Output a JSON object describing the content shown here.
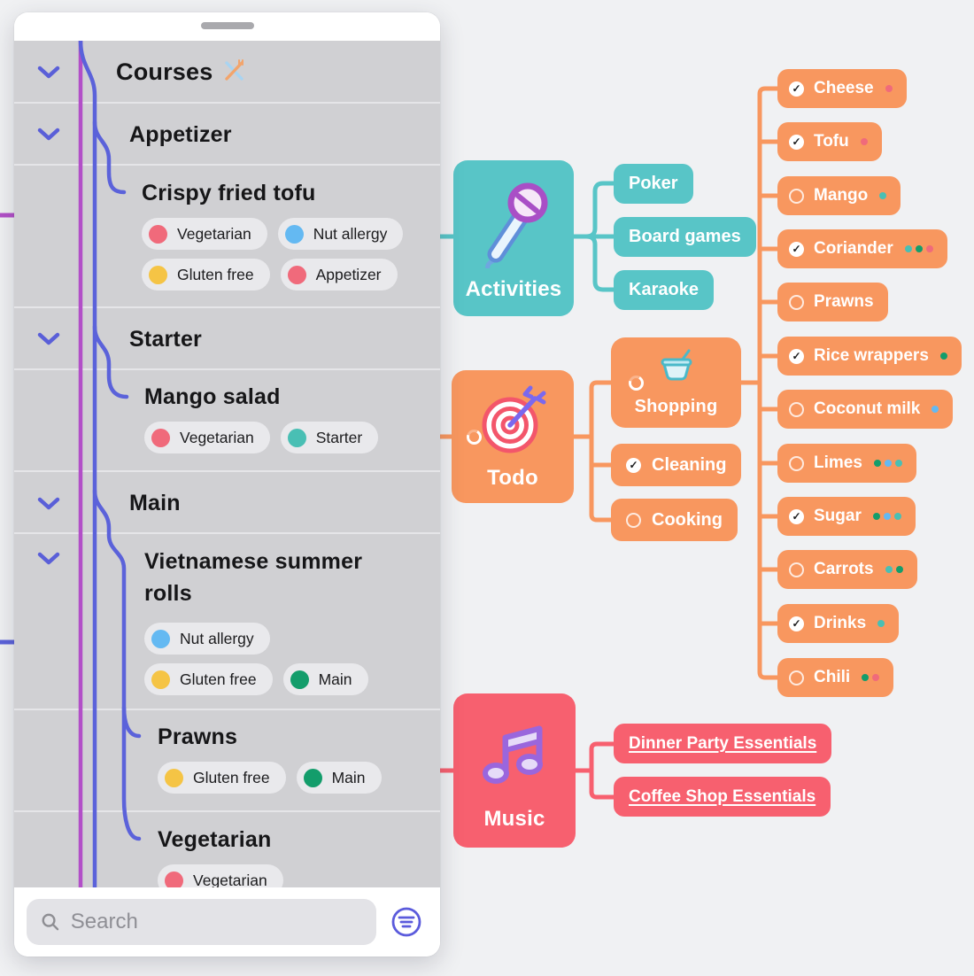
{
  "panel": {
    "outline": {
      "rows": [
        {
          "title": "Courses",
          "icon": "fork-knife-icon",
          "has_chevron": true,
          "tags": []
        },
        {
          "title": "Appetizer",
          "has_chevron": true,
          "tags": []
        },
        {
          "title": "Crispy fried tofu",
          "has_chevron": false,
          "tags": [
            {
              "label": "Vegetarian",
              "dot": "c-red"
            },
            {
              "label": "Nut allergy",
              "dot": "c-blue"
            },
            {
              "label": "Gluten free",
              "dot": "c-yellow"
            },
            {
              "label": "Appetizer",
              "dot": "c-red"
            }
          ]
        },
        {
          "title": "Starter",
          "has_chevron": true,
          "tags": []
        },
        {
          "title": "Mango salad",
          "has_chevron": false,
          "tags": [
            {
              "label": "Vegetarian",
              "dot": "c-red"
            },
            {
              "label": "Starter",
              "dot": "c-teal"
            }
          ]
        },
        {
          "title": "Main",
          "has_chevron": true,
          "tags": []
        },
        {
          "title": "Vietnamese summer rolls",
          "has_chevron": true,
          "tags": [
            {
              "label": "Nut allergy",
              "dot": "c-blue"
            },
            {
              "label": "Gluten free",
              "dot": "c-yellow"
            },
            {
              "label": "Main",
              "dot": "c-green"
            }
          ]
        },
        {
          "title": "Prawns",
          "has_chevron": false,
          "tags": [
            {
              "label": "Gluten free",
              "dot": "c-yellow"
            },
            {
              "label": "Main",
              "dot": "c-green"
            }
          ]
        },
        {
          "title": "Vegetarian",
          "has_chevron": false,
          "tags": [
            {
              "label": "Vegetarian",
              "dot": "c-red"
            }
          ]
        }
      ]
    },
    "search": {
      "placeholder": "Search",
      "icon": "search-icon",
      "filter_icon": "filter-icon"
    }
  },
  "map": {
    "activities": {
      "label": "Activities",
      "icon": "microphone-icon",
      "children": [
        {
          "label": "Poker"
        },
        {
          "label": "Board games"
        },
        {
          "label": "Karaoke"
        }
      ]
    },
    "todo": {
      "label": "Todo",
      "icon": "target-icon",
      "state": "progress",
      "children": [
        {
          "label": "Shopping",
          "state": "progress",
          "icon": "basket-icon"
        },
        {
          "label": "Cleaning",
          "state": "checked"
        },
        {
          "label": "Cooking",
          "state": "unchecked"
        }
      ]
    },
    "shopping": {
      "items": [
        {
          "label": "Cheese",
          "state": "checked",
          "dots": [
            "c-red"
          ]
        },
        {
          "label": "Tofu",
          "state": "checked",
          "dots": [
            "c-red"
          ]
        },
        {
          "label": "Mango",
          "state": "unchecked",
          "dots": [
            "c-teal"
          ]
        },
        {
          "label": "Coriander",
          "state": "checked",
          "dots": [
            "c-teal",
            "c-green",
            "c-red"
          ]
        },
        {
          "label": "Prawns",
          "state": "unchecked",
          "dots": []
        },
        {
          "label": "Rice wrappers",
          "state": "checked",
          "dots": [
            "c-green"
          ]
        },
        {
          "label": "Coconut milk",
          "state": "unchecked",
          "dots": [
            "c-blue"
          ]
        },
        {
          "label": "Limes",
          "state": "unchecked",
          "dots": [
            "c-green",
            "c-blue",
            "c-teal"
          ]
        },
        {
          "label": "Sugar",
          "state": "checked",
          "dots": [
            "c-green",
            "c-blue",
            "c-teal"
          ]
        },
        {
          "label": "Carrots",
          "state": "unchecked",
          "dots": [
            "c-teal",
            "c-green"
          ]
        },
        {
          "label": "Drinks",
          "state": "checked",
          "dots": [
            "c-teal"
          ]
        },
        {
          "label": "Chili",
          "state": "unchecked",
          "dots": [
            "c-green",
            "c-red"
          ]
        }
      ]
    },
    "music": {
      "label": "Music",
      "icon": "music-note-icon",
      "children": [
        {
          "label": "Dinner Party Essentials"
        },
        {
          "label": "Coffee Shop Essentials"
        }
      ]
    }
  },
  "colors": {
    "canvas_bg": "#f0f1f3",
    "outline_bg": "#d0d0d3",
    "teal": "#58c5c7",
    "orange": "#f8975f",
    "red": "#f7606f",
    "purple_line": "#b24fc8",
    "indigo_line": "#5b62da",
    "accent_indigo": "#5a5fd8",
    "tag_red": "#f06a7b",
    "tag_blue": "#64b9f2",
    "tag_yellow": "#f5c445",
    "tag_teal": "#49bfb4",
    "tag_green": "#139d6b"
  }
}
